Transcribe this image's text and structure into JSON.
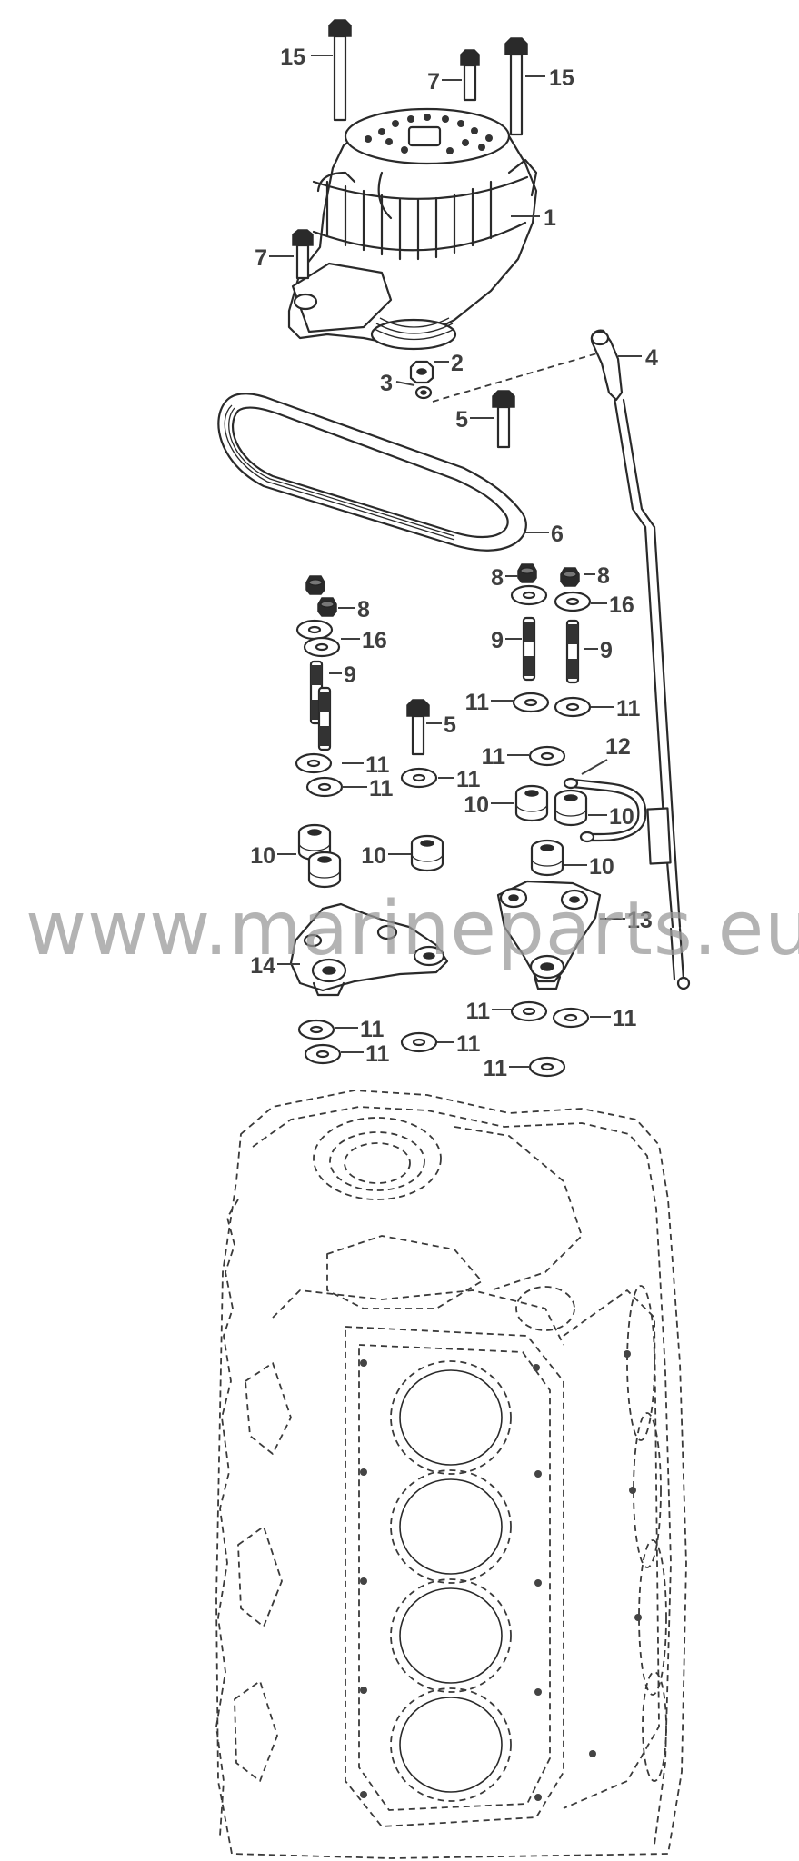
{
  "watermark": "www.marineparts.eu",
  "callouts": [
    {
      "id": "c15a",
      "text": "15"
    },
    {
      "id": "c7a",
      "text": "7"
    },
    {
      "id": "c15b",
      "text": "15"
    },
    {
      "id": "c1",
      "text": "1"
    },
    {
      "id": "c7b",
      "text": "7"
    },
    {
      "id": "c4",
      "text": "4"
    },
    {
      "id": "c2",
      "text": "2"
    },
    {
      "id": "c3",
      "text": "3"
    },
    {
      "id": "c5a",
      "text": "5"
    },
    {
      "id": "c6",
      "text": "6"
    },
    {
      "id": "c8a",
      "text": "8"
    },
    {
      "id": "c16a",
      "text": "16"
    },
    {
      "id": "c9a",
      "text": "9"
    },
    {
      "id": "c8b",
      "text": "8"
    },
    {
      "id": "c8c",
      "text": "8"
    },
    {
      "id": "c16b",
      "text": "16"
    },
    {
      "id": "c9b",
      "text": "9"
    },
    {
      "id": "c9c",
      "text": "9"
    },
    {
      "id": "c11a",
      "text": "11"
    },
    {
      "id": "c11b",
      "text": "11"
    },
    {
      "id": "c5b",
      "text": "5"
    },
    {
      "id": "c11c",
      "text": "11"
    },
    {
      "id": "c12",
      "text": "12"
    },
    {
      "id": "c11d",
      "text": "11"
    },
    {
      "id": "c11e",
      "text": "11"
    },
    {
      "id": "c11f",
      "text": "11"
    },
    {
      "id": "c10a",
      "text": "10"
    },
    {
      "id": "c10b",
      "text": "10"
    },
    {
      "id": "c10c",
      "text": "10"
    },
    {
      "id": "c10d",
      "text": "10"
    },
    {
      "id": "c10e",
      "text": "10"
    },
    {
      "id": "c13",
      "text": "13"
    },
    {
      "id": "c14",
      "text": "14"
    },
    {
      "id": "c11g",
      "text": "11"
    },
    {
      "id": "c11h",
      "text": "11"
    },
    {
      "id": "c11i",
      "text": "11"
    },
    {
      "id": "c11j",
      "text": "11"
    },
    {
      "id": "c11k",
      "text": "11"
    },
    {
      "id": "c11l",
      "text": "11"
    }
  ]
}
